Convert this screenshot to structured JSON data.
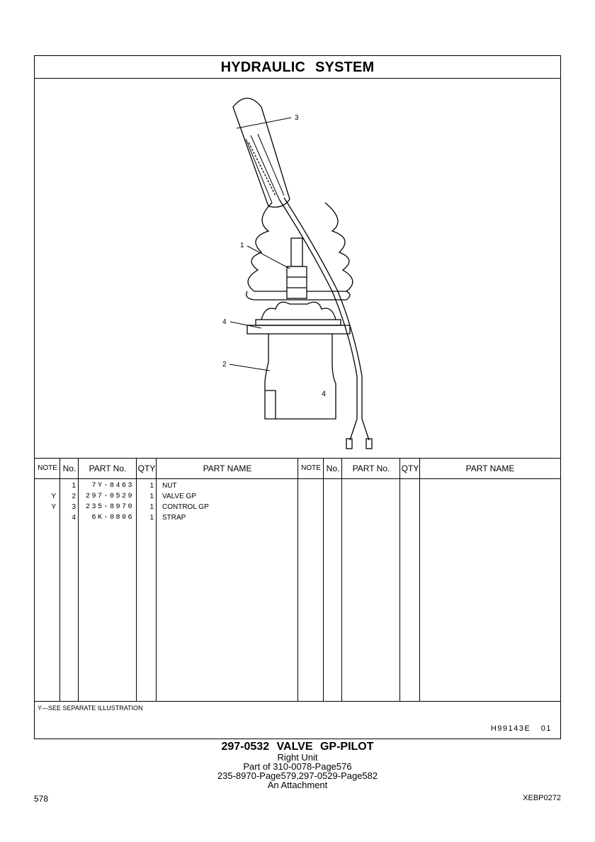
{
  "title": "HYDRAULIC  SYSTEM",
  "illustration": {
    "callouts": [
      "1",
      "2",
      "3",
      "4"
    ],
    "body_mark": "4"
  },
  "table": {
    "headers": {
      "note": "NOTE",
      "no": "No.",
      "part_no": "PART No.",
      "qty": "QTY",
      "part_name": "PART NAME"
    },
    "rows": [
      {
        "note": "",
        "no": "1",
        "part_no": "7Y-8463",
        "qty": "1",
        "part_name": "NUT"
      },
      {
        "note": "Y",
        "no": "2",
        "part_no": "297-0529",
        "qty": "1",
        "part_name": "VALVE  GP"
      },
      {
        "note": "Y",
        "no": "3",
        "part_no": "235-8970",
        "qty": "1",
        "part_name": "CONTROL  GP"
      },
      {
        "note": "",
        "no": "4",
        "part_no": "6K-0806",
        "qty": "1",
        "part_name": "STRAP"
      }
    ]
  },
  "footnote": "Y—SEE  SEPARATE  ILLUSTRATION",
  "illustration_code": "H99143E  01",
  "caption": {
    "title": "297-0532  VALVE  GP-PILOT",
    "lines": [
      "Right  Unit",
      "Part of 310-0078-Page576",
      "235-8970-Page579,297-0529-Page582",
      "An Attachment"
    ]
  },
  "page_number": "578",
  "doc_code": "XEBP0272"
}
